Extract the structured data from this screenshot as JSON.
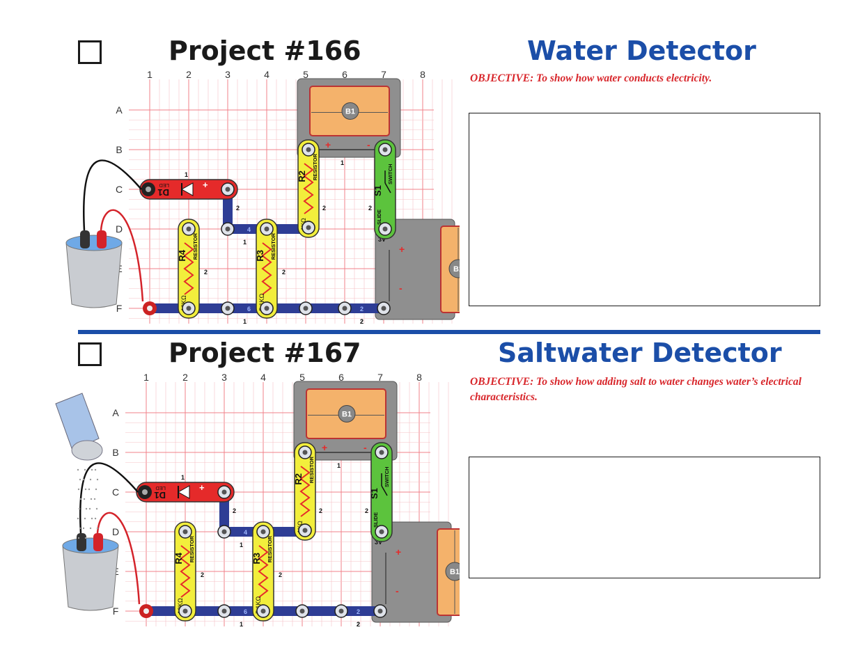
{
  "projects": [
    {
      "checkbox": "",
      "title": "Project #166",
      "name": "Water Detector",
      "objective": "OBJECTIVE:  To show how water conducts electricity.",
      "diagram": {
        "cols": [
          "1",
          "2",
          "3",
          "4",
          "5",
          "6",
          "7",
          "8"
        ],
        "rows": [
          "A",
          "B",
          "C",
          "D",
          "E",
          "F"
        ],
        "parts": {
          "d1": "D1",
          "d1_sub": "LED",
          "r2": "R2",
          "r2_sub": "RESISTOR",
          "r2_val": "1KΩ",
          "r3": "R3",
          "r3_sub": "RESISTOR",
          "r3_val": "5.1KΩ",
          "r4": "R4",
          "r4_sub": "RESISTOR",
          "r4_val": "10KΩ",
          "s1": "S1",
          "s1_sub": "SWITCH",
          "s1_type": "SLIDE",
          "b1": "B1",
          "v3": "3V"
        },
        "wire_nums": [
          "1",
          "2",
          "4",
          "1",
          "6",
          "1",
          "2",
          "2",
          "2",
          "2",
          "2",
          "2",
          "1",
          "2"
        ]
      }
    },
    {
      "checkbox": "",
      "title": "Project #167",
      "name": "Saltwater Detector",
      "objective": "OBJECTIVE:  To show how adding salt to water changes water’s electrical characteristics.",
      "diagram": {
        "cols": [
          "1",
          "2",
          "3",
          "4",
          "5",
          "6",
          "7",
          "8"
        ],
        "rows": [
          "A",
          "B",
          "C",
          "D",
          "E",
          "F"
        ],
        "parts": {
          "d1": "D1",
          "d1_sub": "LED",
          "r2": "R2",
          "r2_sub": "RESISTOR",
          "r2_val": "1KΩ",
          "r3": "R3",
          "r3_sub": "RESISTOR",
          "r3_val": "5.1KΩ",
          "r4": "R4",
          "r4_sub": "RESISTOR",
          "r4_val": "10KΩ",
          "s1": "S1",
          "s1_sub": "SWITCH",
          "s1_type": "SLIDE",
          "b1": "B1",
          "v3": "3V"
        },
        "wire_nums": [
          "1",
          "2",
          "4",
          "1",
          "6",
          "1",
          "2",
          "2",
          "2",
          "2",
          "2",
          "2",
          "1",
          "2"
        ]
      }
    }
  ],
  "colors": {
    "title_blue": "#1b4ea8",
    "objective_red": "#d8262b",
    "grid_red": "#f0808a",
    "wire_blue": "#2e3d95",
    "resistor_yellow": "#f2ee3c",
    "led_red": "#e52a2a",
    "switch_green": "#5cc33d",
    "battery_orange": "#f4b26b",
    "base_gray": "#8f8f8f"
  },
  "icons": [
    "checkbox-icon",
    "water-cup-icon",
    "salt-shaker-icon",
    "battery-icon",
    "resistor-icon",
    "led-icon",
    "switch-icon"
  ]
}
